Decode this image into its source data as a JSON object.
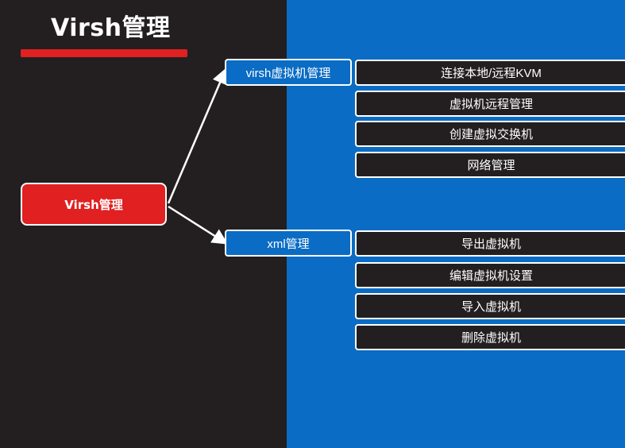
{
  "title": "Virsh管理",
  "root": {
    "label": "Virsh管理"
  },
  "branches": [
    {
      "label": "virsh虚拟机管理",
      "children": [
        "连接本地/远程KVM",
        "虚拟机远程管理",
        "创建虚拟交换机",
        "网络管理"
      ]
    },
    {
      "label": "xml管理",
      "children": [
        "导出虚拟机",
        "编辑虚拟机设置",
        "导入虚拟机",
        "删除虚拟机"
      ]
    }
  ],
  "colors": {
    "dark_background": "#231f20",
    "blue_panel": "#0a6cc4",
    "accent_red": "#e02021",
    "line": "#ffffff"
  }
}
